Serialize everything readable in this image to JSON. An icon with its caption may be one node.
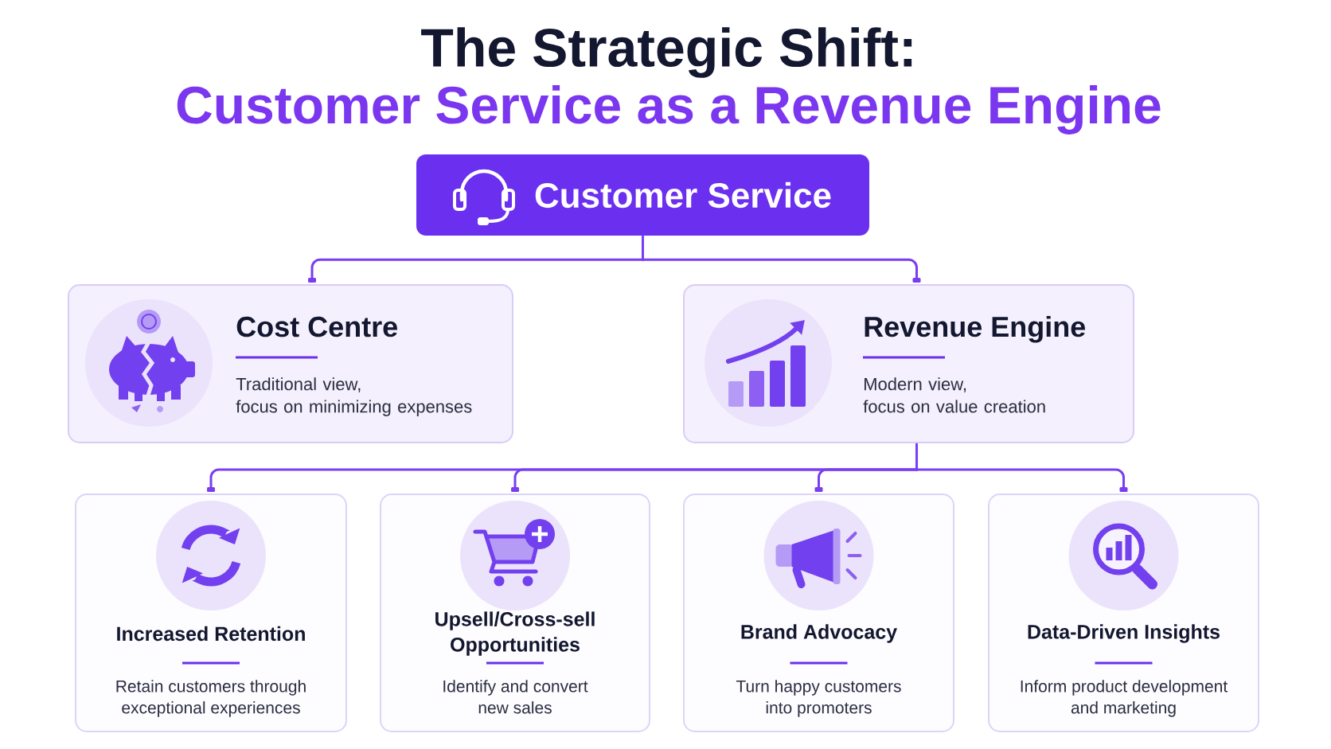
{
  "diagram": {
    "title": "The Strategic Shift:",
    "nodes": [
      {
        "text": [
          "Customer Service"
        ]
      },
      {
        "text": [
          "Cost Centre",
          "Traditional view, focus on minimizing expenses"
        ]
      },
      {
        "text": [
          "Revenue Engine",
          "Modern view, focus on value creation"
        ]
      },
      {
        "text": [
          "Increased Retention",
          "Retain customers through exceptional experiences"
        ]
      },
      {
        "text": [
          "Upsell/Cross-sell Opportunities",
          "Identify and convert new sales"
        ]
      },
      {
        "text": [
          "Brand Advocacy",
          "Turn happy customers into promoters"
        ]
      },
      {
        "text": [
          "Data-Driven Insights",
          "Inform product development and marketing"
        ]
      }
    ],
    "edges": [
      {
        "from": 0,
        "to": 1,
        "arrow": "other"
      },
      {
        "from": 0,
        "to": 2,
        "arrow": "other"
      },
      {
        "from": 2,
        "to": 3,
        "arrow": "other"
      },
      {
        "from": 2,
        "to": 4,
        "arrow": "other"
      },
      {
        "from": 2,
        "to": 5,
        "arrow": "other"
      },
      {
        "from": 2,
        "to": 6,
        "arrow": "other"
      }
    ],
    "labels": [
      "Customer Service as a Revenue Engine"
    ]
  }
}
